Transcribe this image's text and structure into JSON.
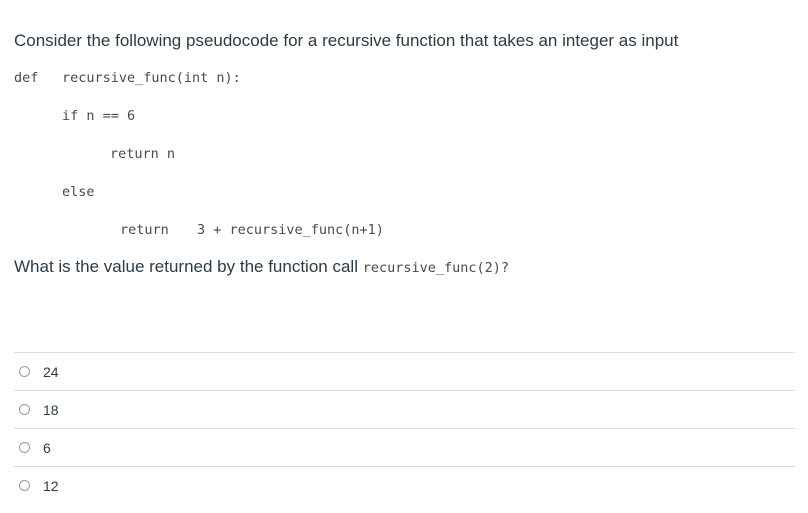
{
  "question": {
    "intro": "Consider the following pseudocode for a recursive function that takes an integer as input",
    "code": {
      "def_kw": "def",
      "signature": "recursive_func(int n):",
      "if_line": "if n == 6",
      "return_n": "return n",
      "else_kw": "else",
      "return_kw": "return",
      "return_expr": "3 + recursive_func(n+1)"
    },
    "prompt_prefix": "What is the value returned by  the function call ",
    "prompt_code": "recursive_func(2)",
    "prompt_suffix": "?"
  },
  "answers": [
    {
      "label": "24"
    },
    {
      "label": "18"
    },
    {
      "label": "6"
    },
    {
      "label": "12"
    }
  ]
}
